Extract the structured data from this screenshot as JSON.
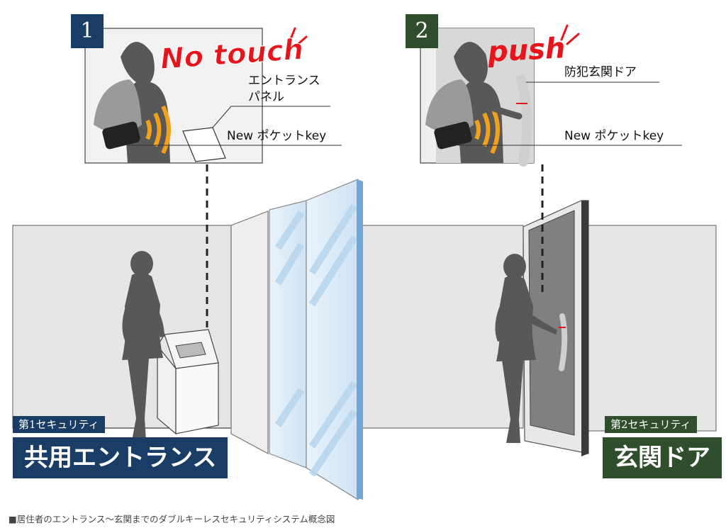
{
  "panel1": {
    "number": "1",
    "shout": "No touch",
    "label_panel_line1": "エントランス",
    "label_panel_line2": "パネル",
    "label_key": "New ポケットkey"
  },
  "panel2": {
    "number": "2",
    "shout": "push",
    "label_door": "防犯玄関ドア",
    "label_key": "New ポケットkey"
  },
  "security1": {
    "small": "第1セキュリティ",
    "big": "共用エントランス"
  },
  "security2": {
    "small": "第2セキュリティ",
    "big": "玄関ドア"
  },
  "caption": "■居住者のエントランス～玄関までのダブルキーレスセキュリティシステム概念図",
  "colors": {
    "navy": "#1a3d66",
    "green": "#2f4f2c",
    "red": "#e8141c",
    "orange": "#f2a21a",
    "wall": "#e6e6e6",
    "silhouette": "#585858",
    "glass_edge": "#6fa6d6"
  }
}
